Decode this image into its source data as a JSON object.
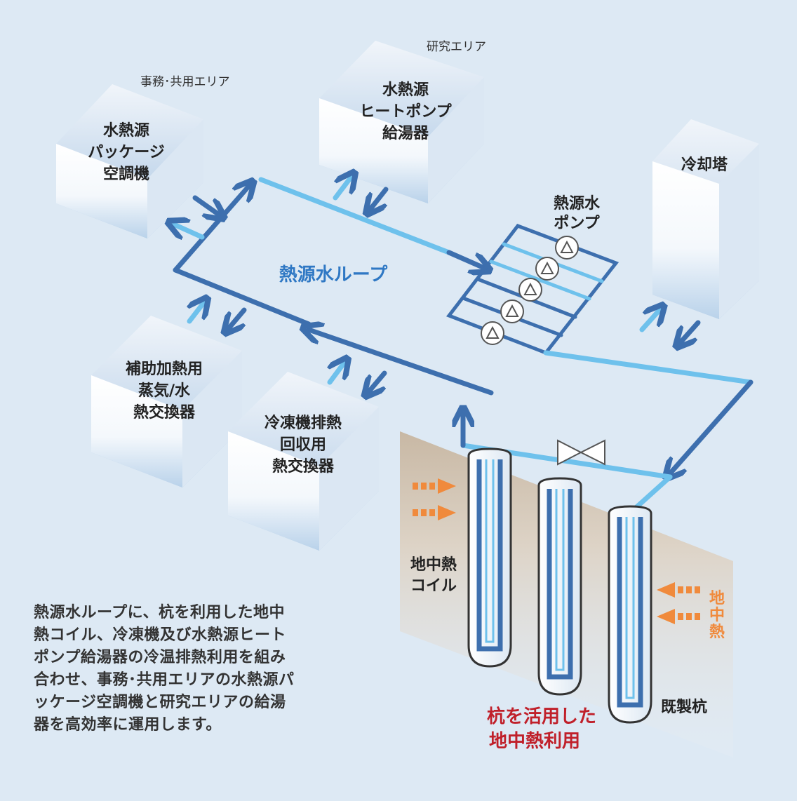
{
  "areas": {
    "office_area": "事務･共用エリア",
    "research_area": "研究エリア"
  },
  "boxes": {
    "package_ac": [
      "水熱源",
      "パッケージ",
      "空調機"
    ],
    "heat_pump": [
      "水熱源",
      "ヒートポンプ",
      "給湯器"
    ],
    "cooling_tower": [
      "冷却塔"
    ],
    "aux_heat": [
      "補助加熱用",
      "蒸気/水",
      "熱交換器"
    ],
    "chiller_recovery": [
      "冷凍機排熱",
      "回収用",
      "熱交換器"
    ]
  },
  "loop_label": "熱源水ループ",
  "pump_label": [
    "熱源水",
    "ポンプ"
  ],
  "coil_label": [
    "地中熱",
    "コイル"
  ],
  "pile_label": "既製杭",
  "geothermal_label": [
    "地",
    "中",
    "熱"
  ],
  "highlight": [
    "杭を活用した",
    "地中熱利用"
  ],
  "description": "熱源水ループに、杭を利用した地中熱コイル、冷凍機及び水熱源ヒートポンプ給湯器の冷温排熱利用を組み合わせ、事務･共用エリアの水熱源パッケージ空調機と研究エリアの給湯器を高効率に運用します。",
  "colors": {
    "pipe_dark": "#3d6fae",
    "pipe_light": "#6ec1ec",
    "loop_label": "#2f78c4",
    "highlight": "#c0202a",
    "geothermal": "#f08a3c",
    "background": "#dde9f4"
  }
}
